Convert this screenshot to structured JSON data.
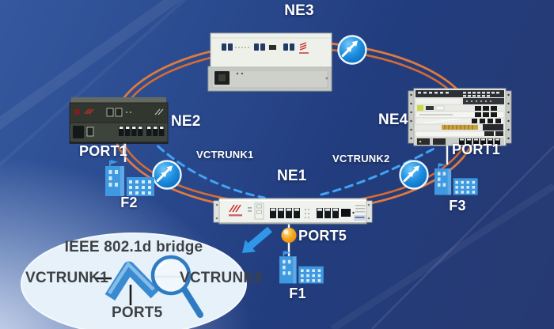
{
  "nodes": {
    "ne1": "NE1",
    "ne2": "NE2",
    "ne3": "NE3",
    "ne4": "NE4"
  },
  "trunk_labels": {
    "vctrunk1": "VCTRUNK1",
    "vctrunk2": "VCTRUNK2"
  },
  "port_labels": {
    "ne2_port1": "PORT1",
    "ne4_port1": "PORT1",
    "ne1_port5": "PORT5"
  },
  "site_labels": {
    "f1": "F1",
    "f2": "F2",
    "f3": "F3"
  },
  "callout": {
    "title": "IEEE 802.1d bridge",
    "vctrunk1": "VCTRUNK1",
    "vctrunk2": "VCTRUNK2",
    "port5": "PORT5"
  },
  "icons": {
    "link_icon": "fiber-link-icon",
    "magnifier": "magnifier-icon",
    "callout_arrow": "callout-arrow-icon",
    "lamp": "port-lamp-icon",
    "building": "building-icon",
    "bridge": "bridge-ribbon-icon"
  },
  "colors": {
    "ring": "#df7a3e",
    "trunk_dash": "#41a3f5",
    "label": "#ffffff",
    "building": "#3f99e0",
    "callout_bg": "#e6f1fa",
    "callout_text": "#3d4144",
    "arrow": "#2f96e8",
    "link_icon": "#1186d8",
    "lamp": "#f6a41c"
  }
}
